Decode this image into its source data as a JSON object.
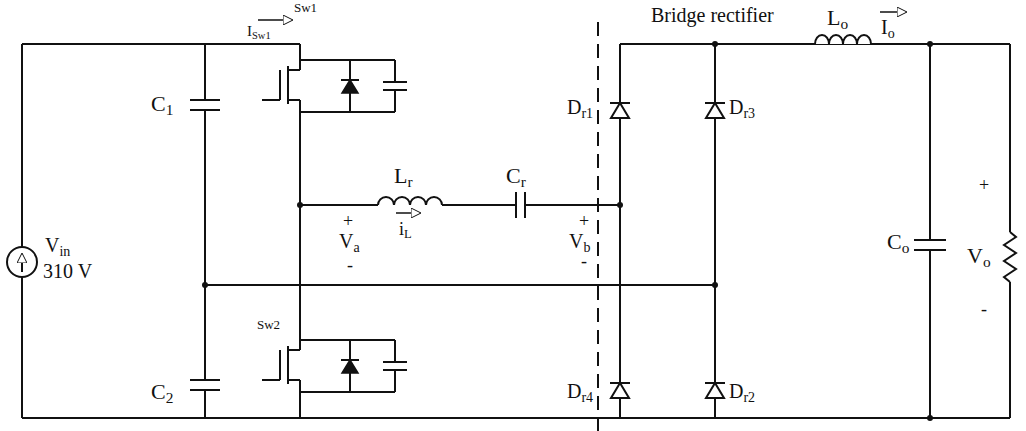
{
  "diagram": {
    "labels": [
      "Bridge rectifier",
      "Sw1",
      "ISw1",
      "C1",
      "Vin",
      "310 V",
      "Lr",
      "iL",
      "Cr",
      "+",
      "Va",
      "-",
      "+",
      "Vb",
      "-",
      "Dr1",
      "Dr3",
      "Lo",
      "Io",
      "Co",
      "+",
      "Vo",
      "-",
      "C2",
      "Sw2",
      "Dr4",
      "Dr2"
    ]
  }
}
